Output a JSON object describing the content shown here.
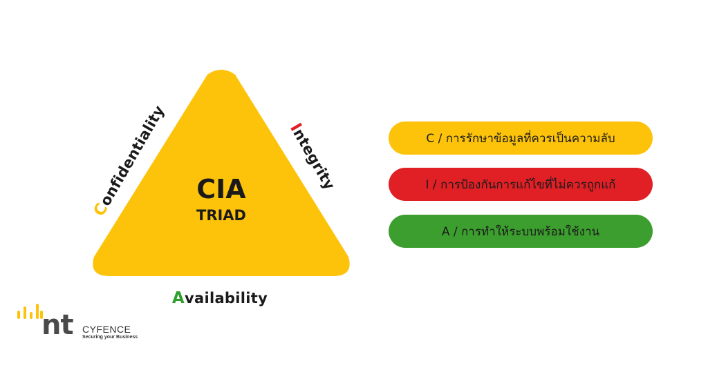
{
  "diagram": {
    "title": "CIA",
    "subtitle": "TRIAD",
    "triangle_color": "#FDC30A",
    "sides": {
      "confidentiality": {
        "initial": "C",
        "rest": "onfidentiality",
        "initial_color": "#FDC30A"
      },
      "integrity": {
        "initial": "I",
        "rest": "ntegrity",
        "initial_color": "#E02025"
      },
      "availability": {
        "initial": "A",
        "rest": "vailability",
        "initial_color": "#2E9E2E"
      }
    }
  },
  "legend": [
    {
      "text": "C / การรักษาข้อมูลที่ควรเป็นความลับ",
      "color": "#FDC30A"
    },
    {
      "text": "I / การป้องกันการแก้ไขที่ไม่ควรถูกแก้",
      "color": "#E02025"
    },
    {
      "text": "A / การทำให้ระบบพร้อมใช้งาน",
      "color": "#3C9E2E"
    }
  ],
  "logo": {
    "mark": "nt",
    "brand": "CYFENCE",
    "tagline": "Securing your Business",
    "accent_color": "#FDC30A"
  }
}
